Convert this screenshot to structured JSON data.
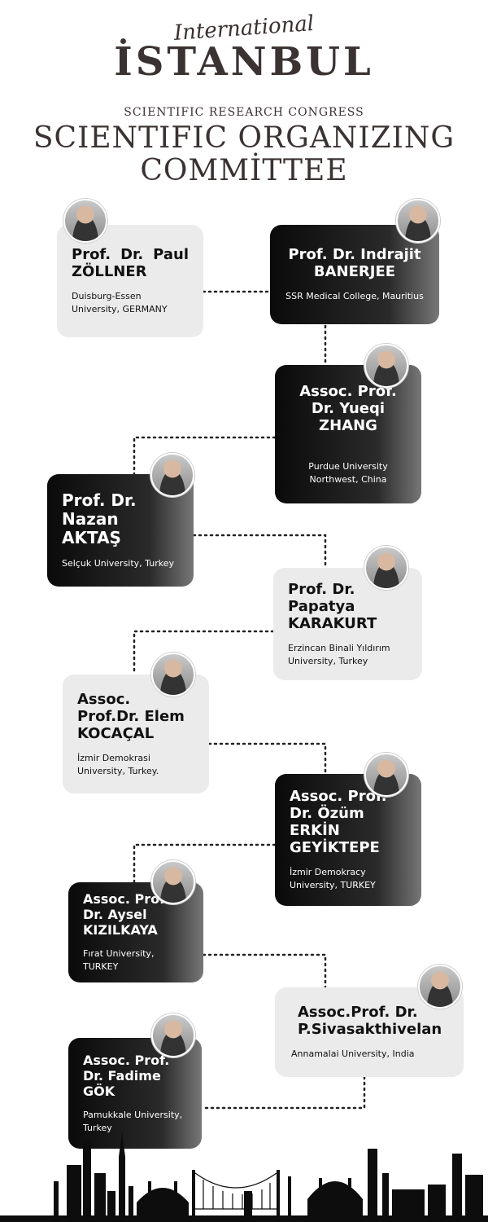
{
  "header": {
    "script_word": "International",
    "logo_word": "İSTANBUL",
    "subtitle": "SCIENTIFIC RESEARCH CONGRESS",
    "title_line1": "SCIENTIFIC ORGANIZING",
    "title_line2": "COMMİTTEE"
  },
  "members": [
    {
      "name": "Prof. Dr. Paul ZÖLLNER",
      "affiliation": "Duisburg-Essen University, GERMANY"
    },
    {
      "name": "Prof. Dr. Indrajit BANERJEE",
      "affiliation": "SSR Medical College, Mauritius"
    },
    {
      "name": "Assoc. Prof. Dr. Yueqi ZHANG",
      "affiliation": "Purdue University Northwest, China"
    },
    {
      "name": "Prof. Dr. Nazan AKTAŞ",
      "affiliation": "Selçuk University, Turkey"
    },
    {
      "name": "Prof. Dr. Papatya KARAKURT",
      "affiliation": "Erzincan Binali Yıldırım University, Turkey"
    },
    {
      "name": "Assoc. Prof.Dr. Elem KOCAÇAL",
      "affiliation": "İzmir Demokrasi University, Turkey."
    },
    {
      "name": "Assoc. Prof. Dr. Özüm ERKİN GEYİKTEPE",
      "affiliation": "İzmir Demokracy University, TURKEY"
    },
    {
      "name": "Assoc. Prof. Dr. Aysel KIZILKAYA",
      "affiliation": "Fırat University, TURKEY"
    },
    {
      "name": "Assoc.Prof. Dr. P.Sivasakthivelan",
      "affiliation": "Annamalai University, India"
    },
    {
      "name": "Assoc. Prof. Dr. Fadime GÖK",
      "affiliation": "Pamukkale University, Turkey"
    }
  ],
  "colors": {
    "dark_card": "#0a0a0a",
    "light_card": "#ebebeb",
    "title": "#3b3232"
  }
}
